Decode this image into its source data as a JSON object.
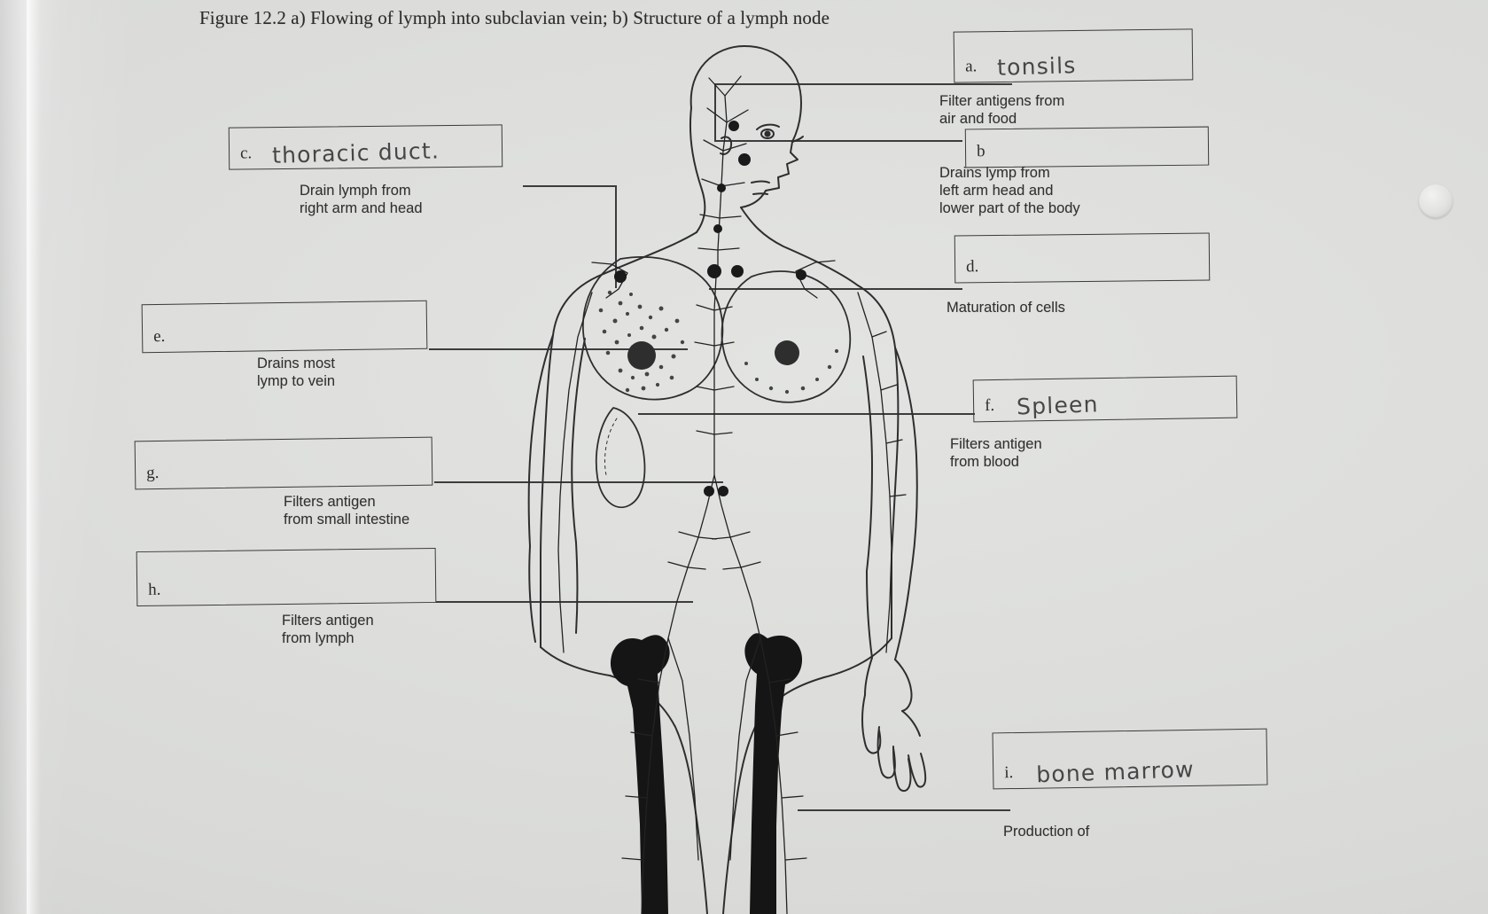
{
  "document": {
    "kind": "worksheet-scan",
    "paper_color": "#d9dad8",
    "ink_color": "#303030"
  },
  "figure_title": "Figure 12.2 a) Flowing of lymph into subclavian vein; b) Structure of a lymph node",
  "diagram": {
    "name": "human-lymphatic-system",
    "description": "Line drawing of a human figure showing lymphatic vessels, lymph nodes, thymus, spleen, and femur bones"
  },
  "labels": [
    {
      "id": "a",
      "letter": "a.",
      "answer": "tonsils",
      "answered": true,
      "caption": "Filter antigens from\nair and food",
      "side": "right"
    },
    {
      "id": "b",
      "letter": "b",
      "answer": "",
      "answered": false,
      "caption": "Drains lymp from\nleft arm head and\nlower part of the body",
      "side": "right"
    },
    {
      "id": "c",
      "letter": "c.",
      "answer": "thoracic duct.",
      "answered": true,
      "caption": "Drain lymph from\nright arm and head",
      "side": "left"
    },
    {
      "id": "d",
      "letter": "d.",
      "answer": "",
      "answered": false,
      "caption": "Maturation of cells",
      "side": "right"
    },
    {
      "id": "e",
      "letter": "e.",
      "answer": "",
      "answered": false,
      "caption": "Drains most\nlymp to vein",
      "side": "left"
    },
    {
      "id": "f",
      "letter": "f.",
      "answer": "Spleen",
      "answered": true,
      "caption": "Filters antigen\nfrom blood",
      "side": "right"
    },
    {
      "id": "g",
      "letter": "g.",
      "answer": "",
      "answered": false,
      "caption": "Filters antigen\nfrom small intestine",
      "side": "left"
    },
    {
      "id": "h",
      "letter": "h.",
      "answer": "",
      "answered": false,
      "caption": "Filters antigen\nfrom lymph",
      "side": "left"
    },
    {
      "id": "i",
      "letter": "i.",
      "answer": "bone  marrow",
      "answered": true,
      "caption": "Production of",
      "side": "right"
    }
  ]
}
